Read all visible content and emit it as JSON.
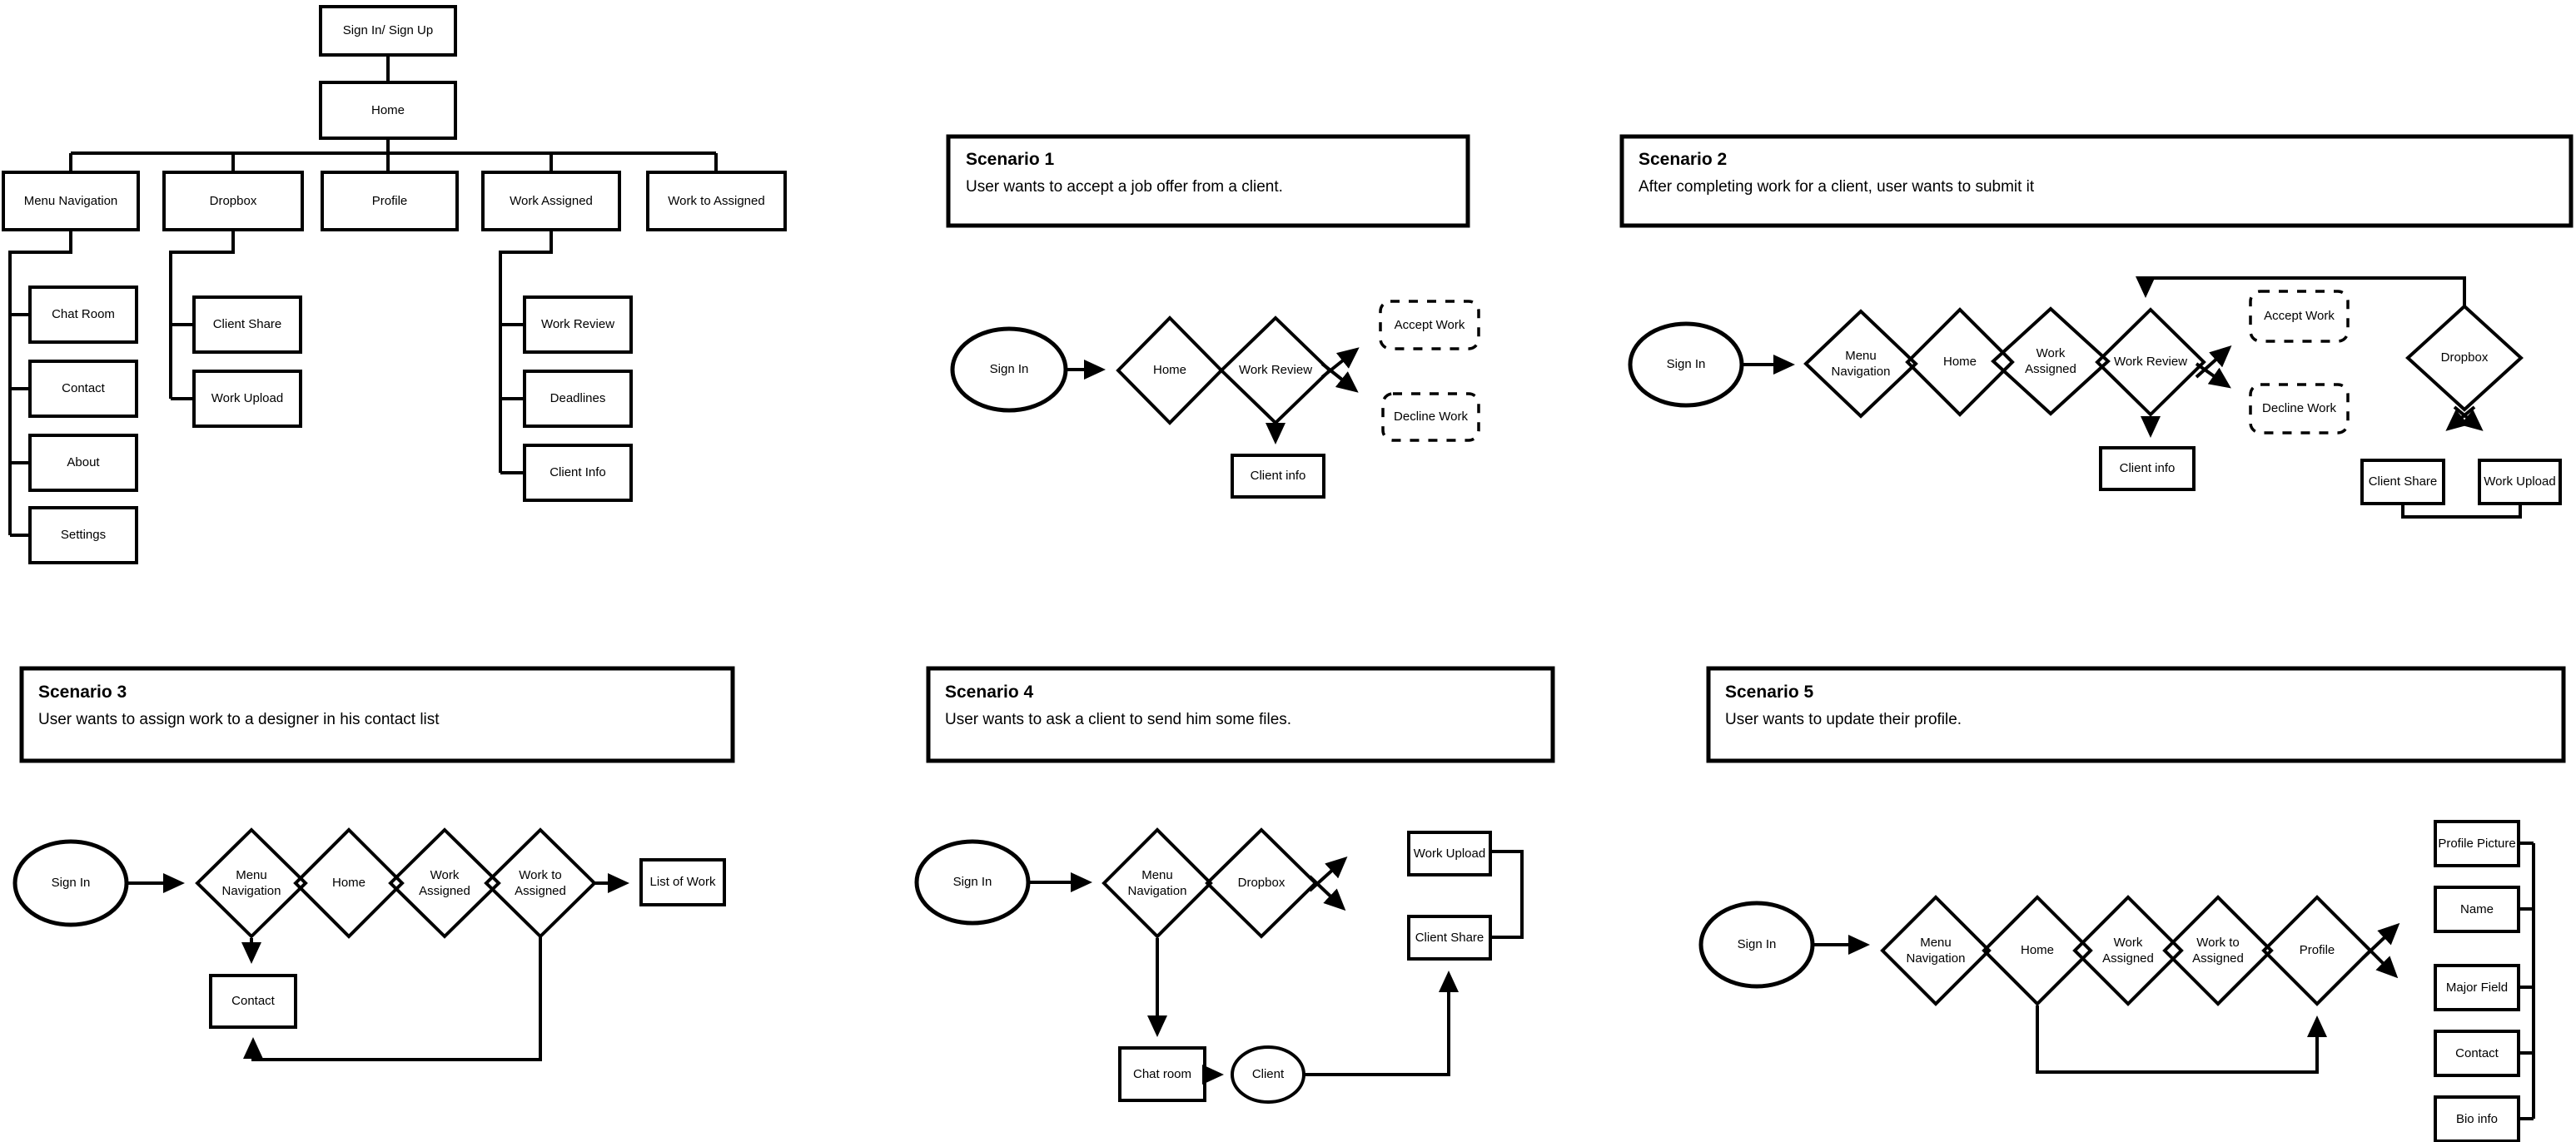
{
  "tree": {
    "signup": "Sign In/ Sign Up",
    "home": "Home",
    "menu_navigation": "Menu Navigation",
    "dropbox": "Dropbox",
    "profile": "Profile",
    "work_assigned": "Work Assigned",
    "work_to_assigned": "Work to Assigned",
    "chat_room": "Chat Room",
    "contact": "Contact",
    "about": "About",
    "settings": "Settings",
    "client_share": "Client Share",
    "work_upload": "Work Upload",
    "work_review": "Work Review",
    "deadlines": "Deadlines",
    "client_info": "Client Info"
  },
  "s1": {
    "title": "Scenario 1",
    "description": "User wants to accept a job offer from a client.",
    "sign_in": "Sign In",
    "home": "Home",
    "work_review": "Work Review",
    "accept_work": "Accept Work",
    "decline_work": "Decline Work",
    "client_info": "Client info"
  },
  "s2": {
    "title": "Scenario 2",
    "description": "After completing work for a client, user wants to submit it",
    "sign_in": "Sign In",
    "menu_navigation": "Menu\nNavigation",
    "home": "Home",
    "work_assigned": "Work\nAssigned",
    "work_review": "Work Review",
    "accept_work": "Accept Work",
    "decline_work": "Decline Work",
    "client_info": "Client info",
    "dropbox": "Dropbox",
    "client_share": "Client Share",
    "work_upload": "Work Upload"
  },
  "s3": {
    "title": "Scenario 3",
    "description": "User wants to assign work to a designer in his contact list",
    "sign_in": "Sign In",
    "menu_navigation": "Menu\nNavigation",
    "home": "Home",
    "work_assigned": "Work\nAssigned",
    "work_to_assigned": "Work to\nAssigned",
    "list_of_work": "List of Work",
    "contact": "Contact"
  },
  "s4": {
    "title": "Scenario 4",
    "description": "User wants to ask a client to send him some files.",
    "sign_in": "Sign In",
    "menu_navigation": "Menu\nNavigation",
    "dropbox": "Dropbox",
    "work_upload": "Work Upload",
    "client_share": "Client Share",
    "chat_room": "Chat room",
    "client": "Client"
  },
  "s5": {
    "title": "Scenario 5",
    "description": "User wants to update their profile.",
    "sign_in": "Sign In",
    "menu_navigation": "Menu\nNavigation",
    "home": "Home",
    "work_assigned": "Work\nAssigned",
    "work_to_assigned": "Work to\nAssigned",
    "profile": "Profile",
    "profile_picture": "Profile Picture",
    "name": "Name",
    "major_field": "Major Field",
    "contact": "Contact",
    "bio_info": "Bio info"
  },
  "colors": {
    "stroke": "#000000",
    "background": "#ffffff"
  }
}
